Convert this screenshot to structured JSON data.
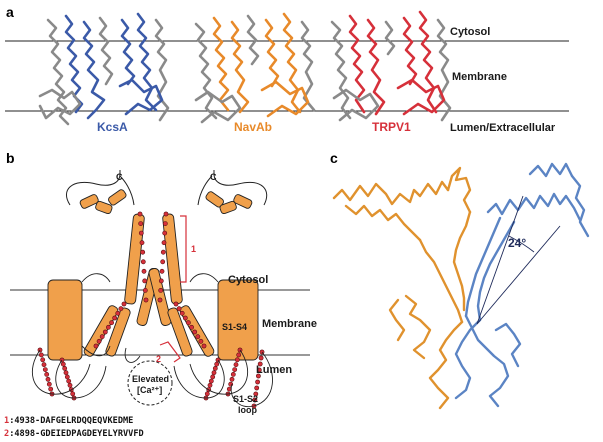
{
  "panels": {
    "a": {
      "letter": "a",
      "regions": [
        "Cytosol",
        "Membrane",
        "Lumen/Extracellular"
      ],
      "proteins": [
        {
          "name": "KcsA",
          "color": "#3b5aa8"
        },
        {
          "name": "NavAb",
          "color": "#e88a2a"
        },
        {
          "name": "TRPV1",
          "color": "#d6303a"
        }
      ]
    },
    "b": {
      "letter": "b",
      "regions": [
        "Cytosol",
        "Membrane",
        "Lumen"
      ],
      "domain_label": "S1-S4",
      "terminus_left": "C",
      "terminus_right": "C",
      "segment_1": "1",
      "segment_2": "2",
      "calcium_label_line1": "Elevated",
      "calcium_label_line2": "[Ca²⁺]",
      "loop_label_line1": "S1-S2",
      "loop_label_line2": "loop",
      "helix_color": "#f0a04b",
      "residue_color": "#d6303a",
      "sequences": [
        {
          "index": "1",
          "text": ":4938-DAFGELRDQQEQVKEDME"
        },
        {
          "index": "2",
          "text": ":4898-GDEIEDPAGDEYELYRVVFD"
        }
      ]
    },
    "c": {
      "letter": "c",
      "angle_label": "24°",
      "color_a": "#e0922e",
      "color_b": "#5b84c4"
    }
  }
}
